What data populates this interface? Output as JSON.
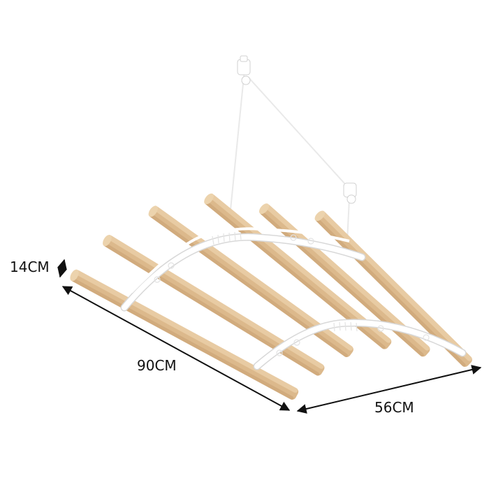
{
  "product": {
    "name": "Ceiling clothes airer",
    "slat_count": 6,
    "wood_color": "#dcb98c",
    "wood_shadow": "#c9a273",
    "wood_highlight": "#ecd3ad",
    "bracket_color": "#ffffff",
    "bracket_edge": "#d8d8d8",
    "rope_color": "#f2f2f2"
  },
  "dimensions": {
    "height": {
      "label": "14CM",
      "value": 14,
      "unit": "CM"
    },
    "length": {
      "label": "90CM",
      "value": 90,
      "unit": "CM"
    },
    "width": {
      "label": "56CM",
      "value": 56,
      "unit": "CM"
    },
    "arrow_color": "#111111",
    "text_color": "#111111"
  },
  "slats": [
    {
      "near": [
        103,
        392
      ],
      "far": [
        425,
        566
      ]
    },
    {
      "near": [
        150,
        342
      ],
      "far": [
        462,
        532
      ]
    },
    {
      "near": [
        216,
        300
      ],
      "far": [
        503,
        506
      ]
    },
    {
      "near": [
        296,
        282
      ],
      "far": [
        557,
        495
      ]
    },
    {
      "near": [
        375,
        296
      ],
      "far": [
        612,
        506
      ]
    },
    {
      "near": [
        455,
        306
      ],
      "far": [
        672,
        521
      ]
    }
  ]
}
